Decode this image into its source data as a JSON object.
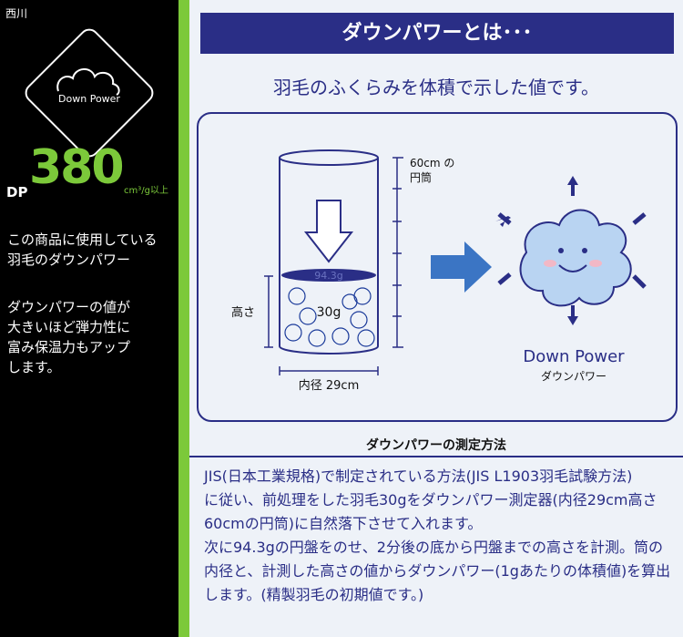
{
  "brand": "西川",
  "logo": {
    "text": "Down Power"
  },
  "dp": {
    "label": "DP",
    "value": "380",
    "unit": "cm³/g以上"
  },
  "left_text": {
    "line1": "この商品に使用している",
    "line2": "羽毛のダウンパワー",
    "line3": "ダウンパワーの値が",
    "line4": "大きいほど弾力性に",
    "line5": "富み保温力もアップ",
    "line6": "します。"
  },
  "title": "ダウンパワーとは･･･",
  "subtitle": "羽毛のふくらみを体積で示した値です。",
  "diagram": {
    "cylinder_label_1": "60cm の",
    "cylinder_label_2": "円筒",
    "disk_label": "94.3g",
    "down_weight": "30g",
    "height_label": "高さ",
    "diameter_label": "内径 29cm",
    "result_en": "Down Power",
    "result_jp": "ダウンパワー"
  },
  "method_heading": "ダウンパワーの測定方法",
  "method_text": {
    "p1_l1": "JIS(日本工業規格)で制定されている方法(JIS L1903羽毛試験方法)",
    "p1_l2": "に従い、前処理をした羽毛30gをダウンパワー測定器(内径29cm高さ",
    "p1_l3": "60cmの円筒)に自然落下させて入れます。",
    "p2_l1": "次に94.3gの円盤をのせ、2分後の底から円盤までの高さを計測。筒の",
    "p2_l2": "内径と、計測した高さの値からダウンパワー(1gあたりの体積値)を算出",
    "p2_l3": "します。(精製羽毛の初期値です。)"
  },
  "colors": {
    "accent_green": "#7cc93a",
    "navy": "#2a2e86",
    "panel_bg": "#eef2f8"
  }
}
